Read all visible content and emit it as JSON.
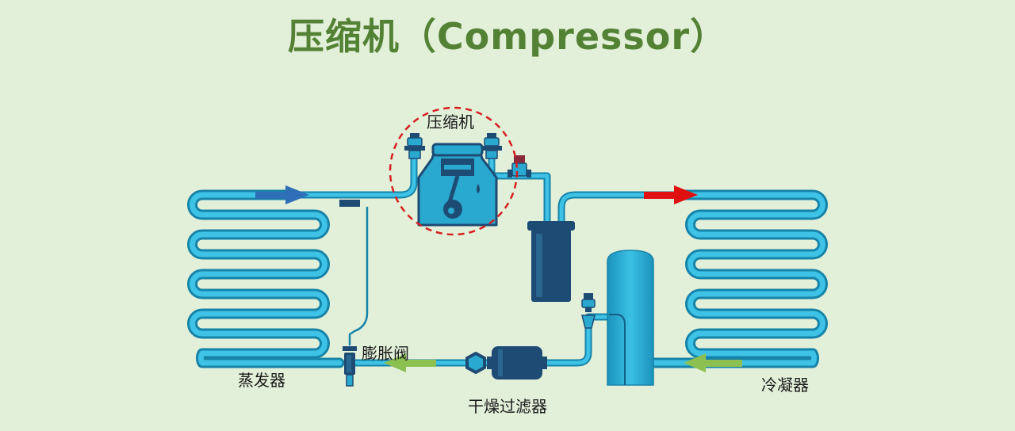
{
  "title": "压缩机（Compressor）",
  "labels": {
    "compressor": "压缩机",
    "expansion_valve": "膨胀阀",
    "evaporator": "蒸发器",
    "filter_drier": "干燥过滤器",
    "condenser": "冷凝器"
  },
  "colors": {
    "background": "#e2efd9",
    "title": "#548235",
    "pipe_fill": "#2fb2d8",
    "pipe_edge": "#1683a8",
    "component_dark": "#1e4b73",
    "component_light": "#29a9d0",
    "suction_arrow": "#2f6fb8",
    "discharge_arrow": "#e01010",
    "liquid_arrow": "#8cc152",
    "highlight_circle": "#d62020"
  },
  "icons": [
    "compressor-icon",
    "oil-separator-icon",
    "receiver-tank-icon",
    "filter-drier-icon",
    "sight-glass-icon",
    "expansion-valve-icon",
    "service-valve-icon",
    "flow-arrow-icon"
  ]
}
